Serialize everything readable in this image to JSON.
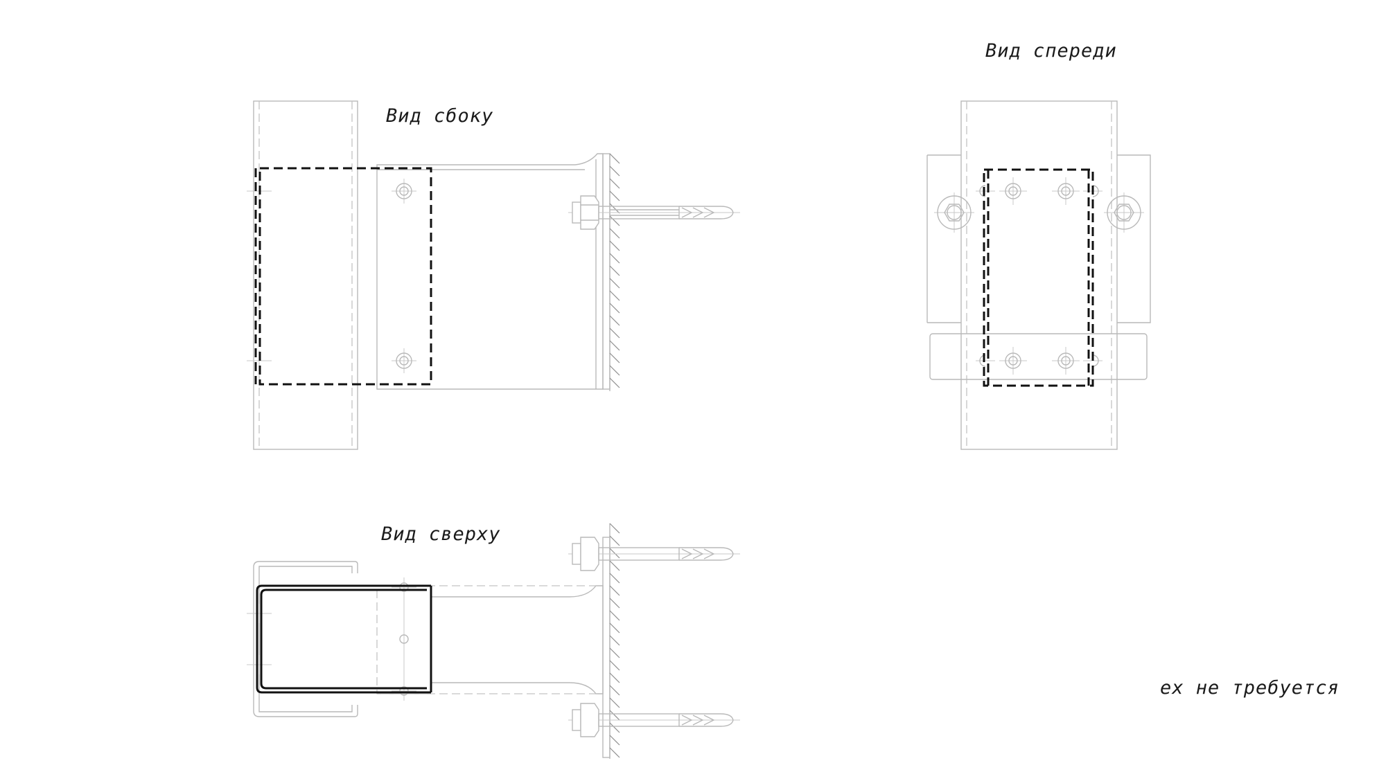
{
  "labels": {
    "side_view": "Вид сбоку",
    "front_view": "Вид спереди",
    "top_view": "Вид сверху",
    "note": "ех не требуется"
  },
  "colors": {
    "background": "#ffffff",
    "thin_line": "#b9b9b9",
    "bold_line": "#111111",
    "text": "#1a1a1a"
  }
}
